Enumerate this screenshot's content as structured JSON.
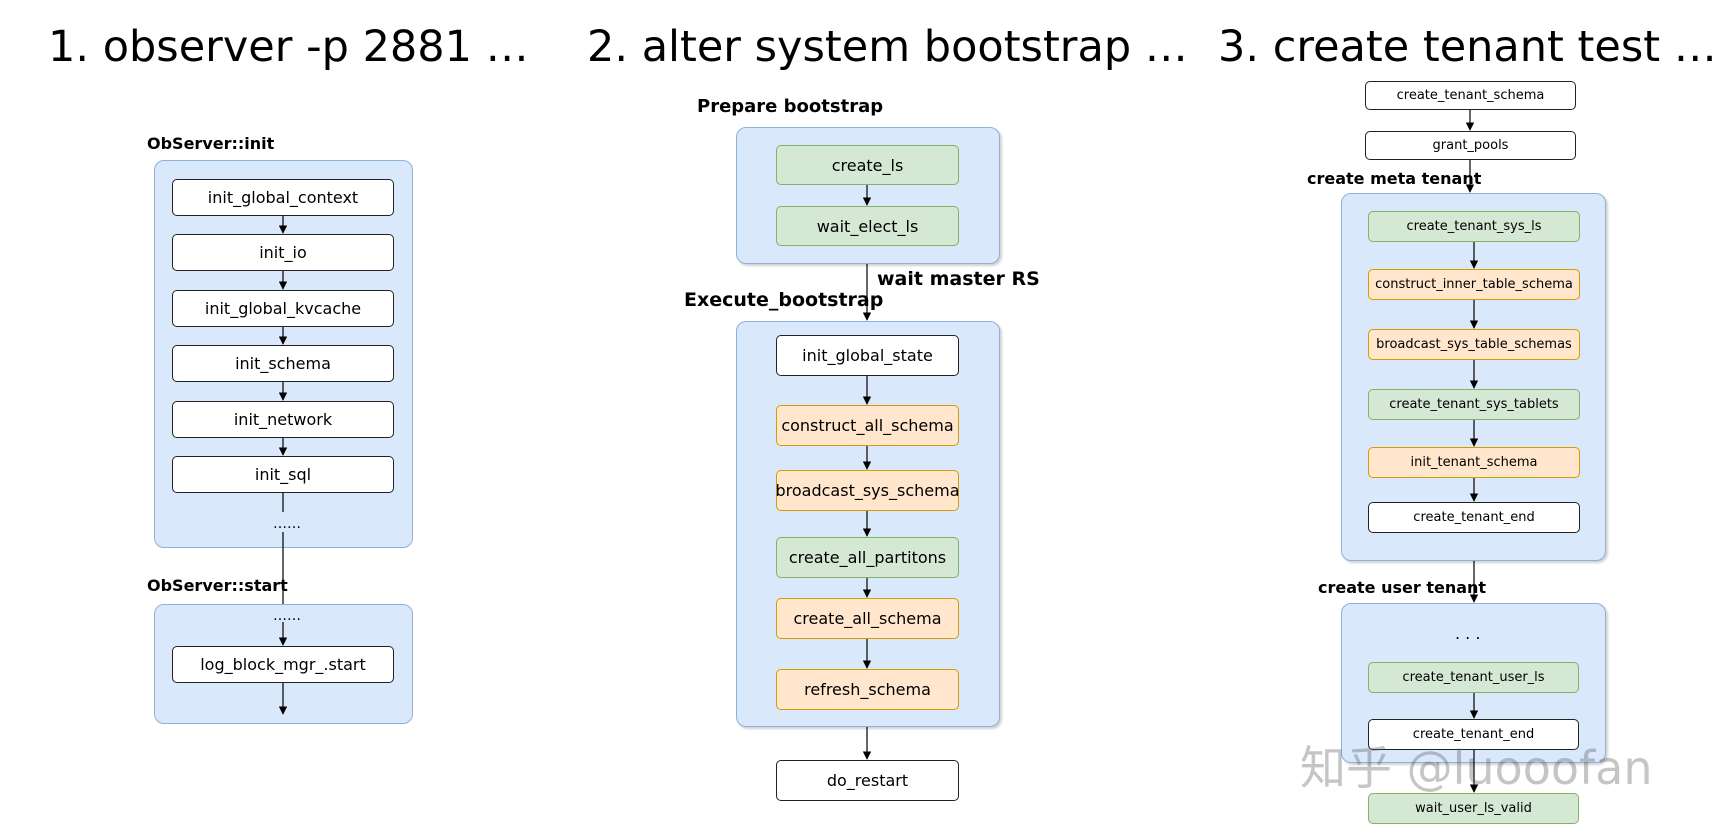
{
  "titles": {
    "step1": "1. observer -p 2881 …",
    "step2": "2. alter system bootstrap …",
    "step3": "3. create tenant test …"
  },
  "section1": {
    "init_label": "ObServer::init",
    "init_nodes": [
      "init_global_context",
      "init_io",
      "init_global_kvcache",
      "init_schema",
      "init_network",
      "init_sql"
    ],
    "init_ellipsis": "……",
    "start_label": "ObServer::start",
    "start_ellipsis": "……",
    "start_node": "log_block_mgr_.start"
  },
  "section2": {
    "prepare_label": "Prepare bootstrap",
    "prepare_nodes": [
      "create_ls",
      "wait_elect_ls"
    ],
    "edge_label": "wait master RS",
    "execute_label": "Execute_bootstrap",
    "execute_nodes": [
      "init_global_state",
      "construct_all_schema",
      "broadcast_sys_schema",
      "create_all_partitons",
      "create_all_schema",
      "refresh_schema"
    ],
    "final_node": "do_restart"
  },
  "section3": {
    "top_nodes": [
      "create_tenant_schema",
      "grant_pools"
    ],
    "meta_label": "create meta tenant",
    "meta_nodes": [
      "create_tenant_sys_ls",
      "construct_inner_table_schema",
      "broadcast_sys_table_schemas",
      "create_tenant_sys_tablets",
      "init_tenant_schema",
      "create_tenant_end"
    ],
    "user_label": "create user tenant",
    "user_ellipsis": ". . .",
    "user_nodes": [
      "create_tenant_user_ls",
      "create_tenant_end"
    ],
    "final_node": "wait_user_ls_valid"
  },
  "watermark": "知乎 @luooofan",
  "colors": {
    "panel_fill": "#dae8fc",
    "green_fill": "#d5e8d4",
    "orange_fill": "#ffe6cc",
    "white_fill": "#ffffff"
  }
}
